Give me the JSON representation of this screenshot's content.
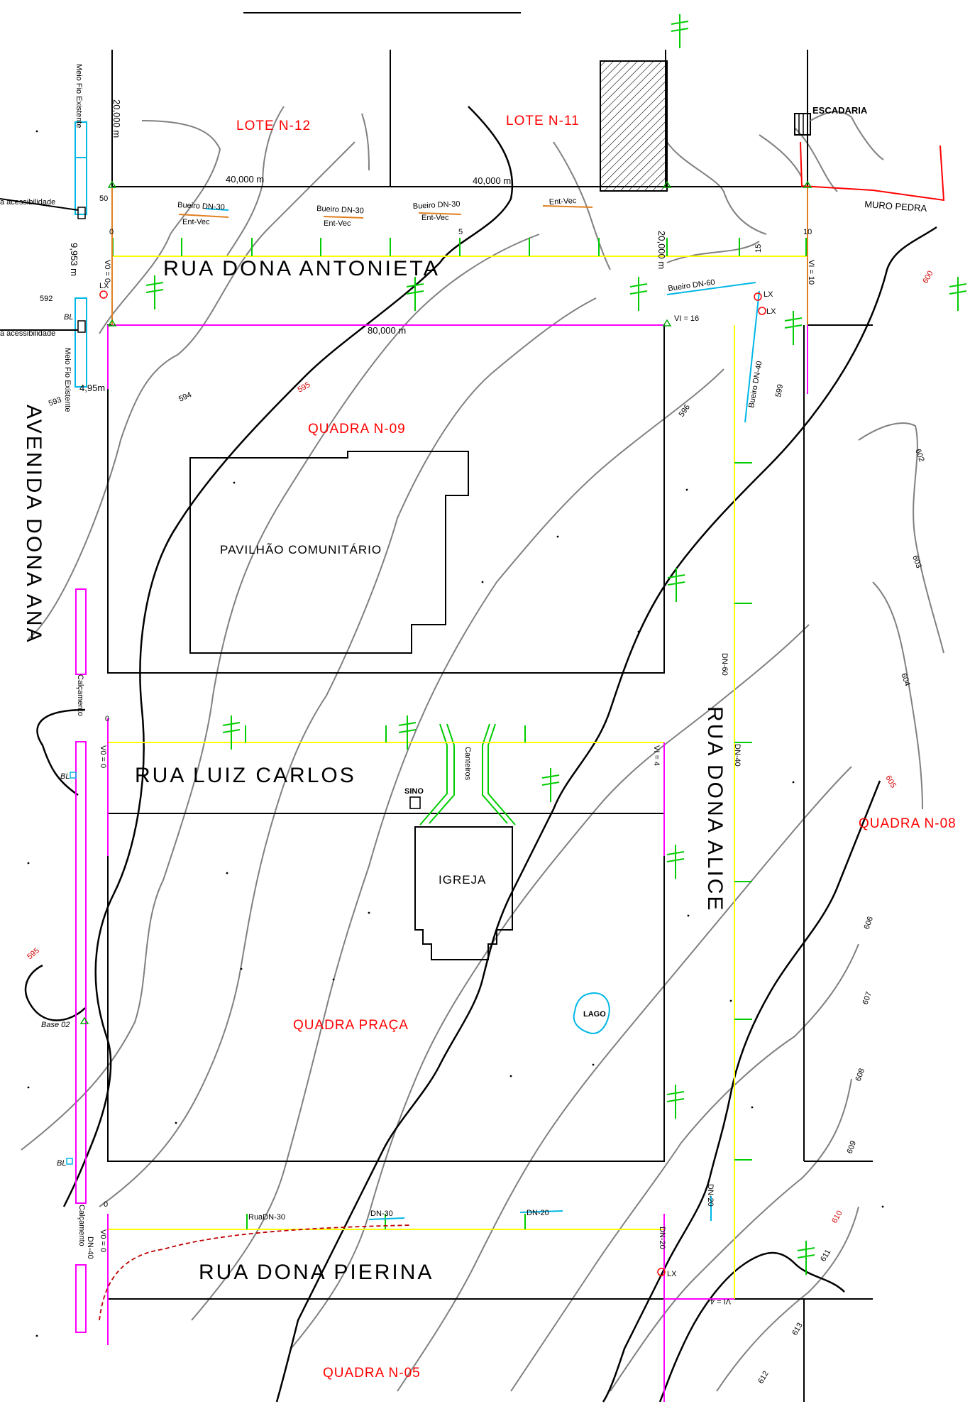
{
  "streets": {
    "antonieta": "RUA   DONA  ANTONIETA",
    "luiz_carlos": "RUA   LUIZ  CARLOS",
    "pierina": "RUA   DONA   PIERINA",
    "alice": "RUA   DONA   ALICE",
    "dona_ana": "AVENIDA  DONA  ANA"
  },
  "blocks": {
    "lote_n12": "LOTE N-12",
    "lote_n11": "LOTE N-11",
    "quadra_n09": "QUADRA  N-09",
    "quadra_n08": "QUADRA  N-08",
    "quadra_praca": "QUADRA   PRAÇA",
    "quadra_n05": "QUADRA  N-05"
  },
  "buildings": {
    "pavilhao": "PAVILHÃO  COMUNITÁRIO",
    "igreja": "IGREJA",
    "sino": "SINO",
    "lago": "LAGO",
    "escadaria": "ESCADARIA",
    "muro_pedra": "MURO PEDRA",
    "canteiros": "Canteiros"
  },
  "dimensions": {
    "d20_left": "20,000  m",
    "d40_a": "40,000  m",
    "d40_b": "40,000  m",
    "d20_right": "20,000  m",
    "d80": "80,000  m",
    "d9953": "9,953  m",
    "d495": "4,95m",
    "d50": "50"
  },
  "drainage": {
    "bueiro_30_a": "Bueiro DN-30",
    "ent_vec_a": "Ent-Vec",
    "bueiro_30_b": "Bueiro DN-30",
    "ent_vec_b": "Ent-Vec",
    "bueiro_30_c": "Bueiro DN-30",
    "ent_vec_c": "Ent-Vec",
    "ent_vec_d": "Ent-Vec",
    "bueiro_60": "Bueiro DN-60",
    "bueiro_40": "Bueiro DN-40",
    "dn60": "DN-60",
    "dn40": "DN-40",
    "rua_dn30": "RuaDN-30",
    "dn30": "DN-30",
    "dn20_a": "DN-20",
    "dn20_b": "DN-20",
    "dn20_c": "DN-20",
    "dn40_b": "DN-40",
    "lx_a": "LX",
    "lx_b": "LX",
    "lx_c": "LX",
    "lx_d": "LX"
  },
  "side": {
    "meio_fio_top": "Meio Fio Existente",
    "meio_fio_bottom": "Meio Fio Existente",
    "acess_a": "a acessibilidade",
    "acess_b": "a acessibilidade",
    "calcamento_a": "Calçamento",
    "calcamento_b": "Calçamento",
    "bl_a": "BL",
    "bl_b": "BL",
    "bl_c": "BL",
    "base02": "Base 02"
  },
  "stations": {
    "v0_a": "V0 = 0",
    "v1_10": "VI = 10",
    "v1_16": "VI = 16",
    "v0_b": "V0 = 0",
    "v1_4": "VI = 4",
    "v1_4b": "VI = 4",
    "v0_c": "V0 = 0",
    "s0_a": "0",
    "s5": "5",
    "s10": "10",
    "s15": "15",
    "s0_b": "0",
    "s0_c": "0"
  },
  "contours": {
    "c592": "592",
    "c593": "593",
    "c594": "594",
    "c595": "595",
    "c595b": "595",
    "c596": "596",
    "c599": "599",
    "c600": "600",
    "c602": "602",
    "c603": "603",
    "c604": "604",
    "c605": "605",
    "c606": "606",
    "c607": "607",
    "c608": "608",
    "c609": "609",
    "c610": "610",
    "c611": "611",
    "c612": "612",
    "c613": "613"
  },
  "colors": {
    "street_axis": "#ffff00",
    "curb": "#ff00ff",
    "pole": "#00cc00",
    "pipe": "#00b7e6",
    "label_red": "#ff0000",
    "contour": "#808080"
  }
}
